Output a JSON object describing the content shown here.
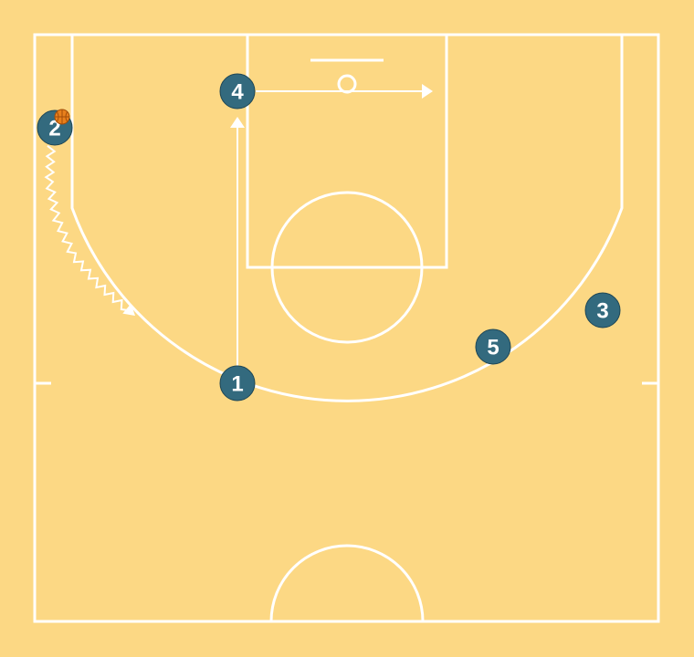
{
  "colors": {
    "court_background": "#fcd884",
    "lines": "#ffffff",
    "player_fill": "#336a7e",
    "player_label": "#ffffff",
    "ball": "#e8801c"
  },
  "players": [
    {
      "id": "p1",
      "label": "1"
    },
    {
      "id": "p2",
      "label": "2",
      "has_ball": true
    },
    {
      "id": "p3",
      "label": "3"
    },
    {
      "id": "p4",
      "label": "4"
    },
    {
      "id": "p5",
      "label": "5"
    }
  ],
  "actions": [
    {
      "type": "cut",
      "from": "1",
      "description_icon": "straight-arrow"
    },
    {
      "type": "cut",
      "from": "4",
      "description_icon": "straight-arrow"
    },
    {
      "type": "dribble",
      "from": "2",
      "description_icon": "zigzag-arrow"
    }
  ],
  "icons": {
    "ball": "basketball-icon"
  }
}
